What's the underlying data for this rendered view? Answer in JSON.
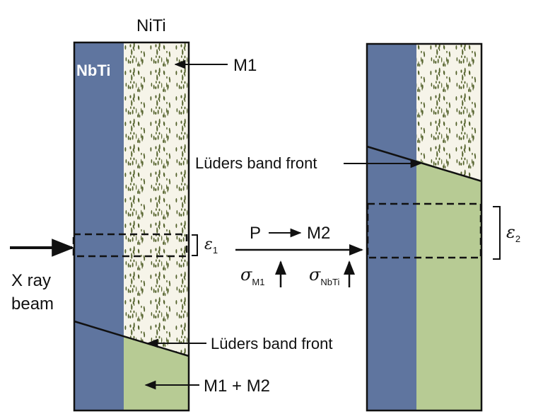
{
  "colors": {
    "nbti": "#5f759f",
    "austenite_bg": "#f6f4e9",
    "martensite_mark": "#54622c",
    "transformed": "#b7cb94",
    "line": "#111111"
  },
  "labels": {
    "niti": "NiTi",
    "nbti": "NbTi",
    "m1": "M1",
    "luders_top": "Lüders band front",
    "luders_bottom": "Lüders band front",
    "m1_m2": "M1 + M2",
    "xray_line1": "X ray",
    "xray_line2": "beam",
    "transition_p": "P",
    "transition_m2": "M2",
    "epsilon1": {
      "symbol": "ε",
      "sub": "1"
    },
    "epsilon2": {
      "symbol": "ε",
      "sub": "2"
    },
    "sigma_m1": {
      "symbol": "σ",
      "sub": "M1"
    },
    "sigma_nbti": {
      "symbol": "σ",
      "sub": "NbTi"
    }
  }
}
